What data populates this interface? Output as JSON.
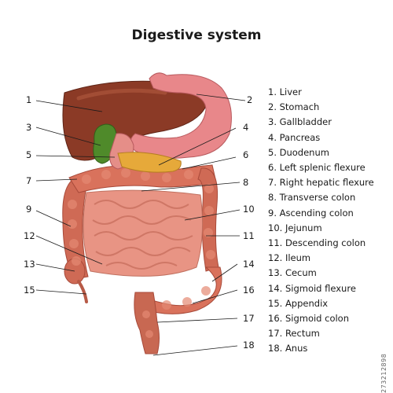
{
  "title": "Digestive system",
  "labels": [
    {
      "n": "1",
      "text": "1. Liver"
    },
    {
      "n": "2",
      "text": "2. Stomach"
    },
    {
      "n": "3",
      "text": "3. Gallbladder"
    },
    {
      "n": "4",
      "text": "4. Pancreas"
    },
    {
      "n": "5",
      "text": "5. Duodenum"
    },
    {
      "n": "6",
      "text": "6. Left splenic flexure"
    },
    {
      "n": "7",
      "text": "7. Right hepatic flexure"
    },
    {
      "n": "8",
      "text": "8. Transverse colon"
    },
    {
      "n": "9",
      "text": "9. Ascending colon"
    },
    {
      "n": "10",
      "text": "10. Jejunum"
    },
    {
      "n": "11",
      "text": "11. Descending colon"
    },
    {
      "n": "12",
      "text": "12. Ileum"
    },
    {
      "n": "13",
      "text": "13. Cecum"
    },
    {
      "n": "14",
      "text": "14. Sigmoid flexure"
    },
    {
      "n": "15",
      "text": "15. Appendix"
    },
    {
      "n": "16",
      "text": "16. Sigmoid colon"
    },
    {
      "n": "17",
      "text": "17. Rectum"
    },
    {
      "n": "18",
      "text": "18. Anus"
    }
  ],
  "stock_id": "273212898",
  "colors": {
    "liver": "#8b3a26",
    "stomach": "#e8878a",
    "gallbladder": "#4f8a2a",
    "pancreas": "#e6a93a",
    "intestine": "#e0826f",
    "colon": "#cf6a55"
  }
}
